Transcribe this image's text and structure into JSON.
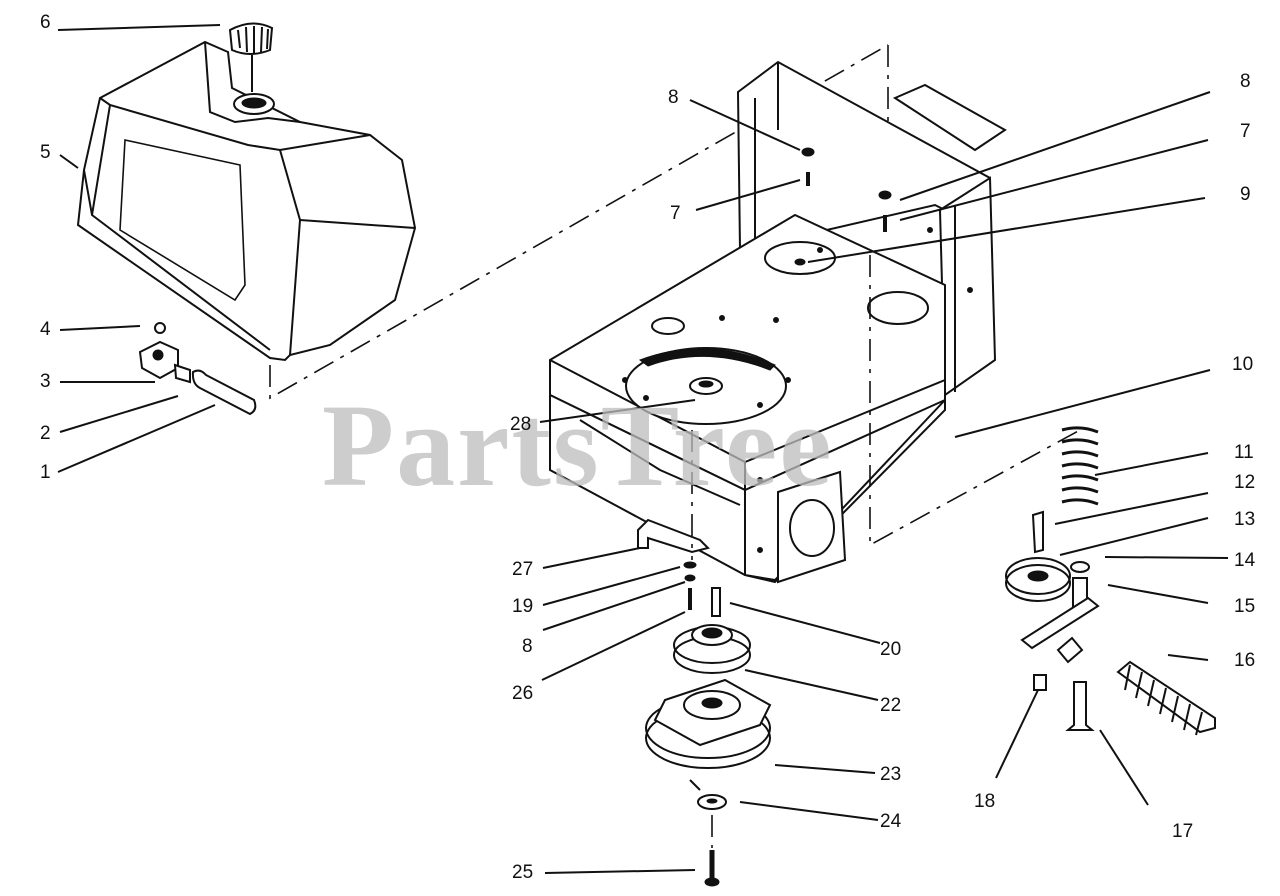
{
  "watermark": "PartsTree",
  "callouts": {
    "c1": "1",
    "c2": "2",
    "c3": "3",
    "c4": "4",
    "c5": "5",
    "c6": "6",
    "c7a": "7",
    "c7b": "7",
    "c8a": "8",
    "c8b": "8",
    "c8c": "8",
    "c9": "9",
    "c10": "10",
    "c11": "11",
    "c12": "12",
    "c13": "13",
    "c14": "14",
    "c15": "15",
    "c16": "16",
    "c17": "17",
    "c18": "18",
    "c19": "19",
    "c20": "20",
    "c22": "22",
    "c23": "23",
    "c24": "24",
    "c25": "25",
    "c26": "26",
    "c27": "27",
    "c28": "28"
  }
}
